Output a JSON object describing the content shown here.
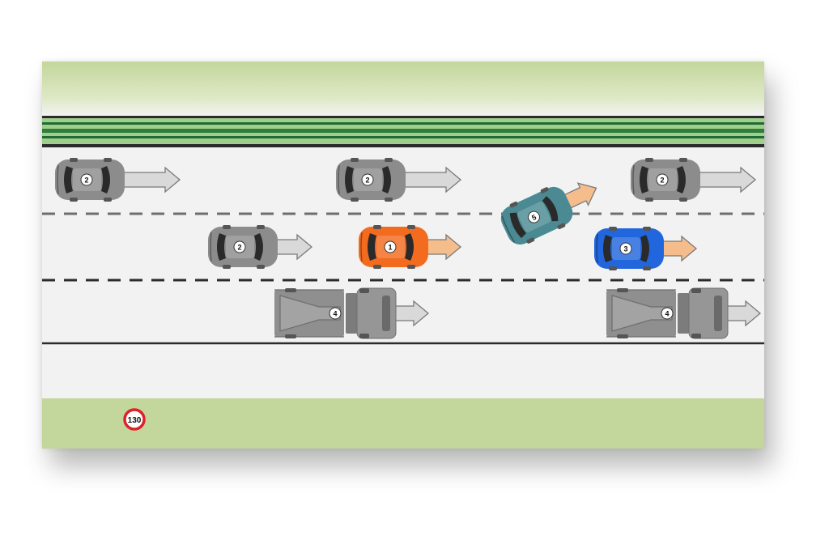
{
  "road": {
    "lanes": 3,
    "lane_markings": [
      "dashed",
      "dashed"
    ],
    "vehicle_direction": "right",
    "speed_sign": {
      "value": "130",
      "ring_color": "#e0202a"
    }
  },
  "colors": {
    "upper_verge": "#c3d69b",
    "lower_verge": "#c3d69b",
    "median_dark_green": "#1f6b35",
    "median_light_green": "#9fcf8a",
    "road_surface": "#f2f2f2",
    "lane_line": "#222222",
    "gray_vehicle": "#8c8c8c",
    "orange_car": "#f26b1f",
    "teal_car": "#4b8a93",
    "blue_car": "#2266dd",
    "gray_arrow": "#d9d9d9",
    "orange_arrow": "#f5bd8c"
  },
  "vehicles": [
    {
      "id": "gray-car-lane1-a",
      "type": "car",
      "lane": 1,
      "color": "gray",
      "label": "2",
      "arrow": "gray"
    },
    {
      "id": "gray-car-lane1-b",
      "type": "car",
      "lane": 1,
      "color": "gray",
      "label": "2",
      "arrow": "gray"
    },
    {
      "id": "gray-car-lane1-c",
      "type": "car",
      "lane": 1,
      "color": "gray",
      "label": "2",
      "arrow": "gray"
    },
    {
      "id": "teal-car-lane-change",
      "type": "car",
      "lane": 2,
      "color": "teal",
      "label": "5",
      "arrow": "orange",
      "maneuver": "changing-lane-left"
    },
    {
      "id": "gray-car-lane2",
      "type": "car",
      "lane": 2,
      "color": "gray",
      "label": "2",
      "arrow": "gray"
    },
    {
      "id": "orange-car-lane2",
      "type": "car",
      "lane": 2,
      "color": "orange",
      "label": "1",
      "arrow": "orange"
    },
    {
      "id": "blue-car-lane2",
      "type": "car",
      "lane": 2,
      "color": "blue",
      "label": "3",
      "arrow": "orange"
    },
    {
      "id": "truck-lane3-a",
      "type": "truck",
      "lane": 3,
      "color": "gray",
      "label": "4",
      "arrow": "gray"
    },
    {
      "id": "truck-lane3-b",
      "type": "truck",
      "lane": 3,
      "color": "gray",
      "label": "4",
      "arrow": "gray"
    }
  ]
}
